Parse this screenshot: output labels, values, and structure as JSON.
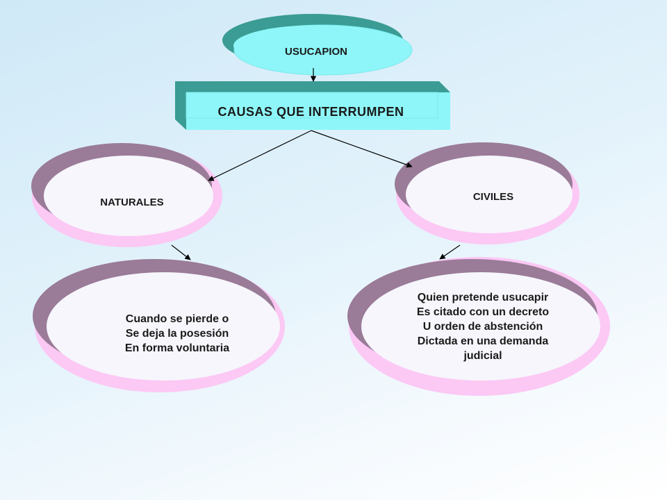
{
  "diagram": {
    "root": "USUCAPION",
    "title": "CAUSAS QUE INTERRUMPEN",
    "left_category": "NATURALES",
    "right_category": "CIVILES",
    "left_description": [
      "Cuando se pierde o",
      "Se deja la posesión",
      "En forma voluntaria"
    ],
    "right_description": [
      "Quien pretende usucapir",
      "Es citado con un decreto",
      "U orden de abstención",
      "Dictada en una demanda",
      "judicial"
    ]
  },
  "colors": {
    "root_shadow": "#3a9c94",
    "root_fill": "#8ef6f8",
    "box_shadow": "#3a9c94",
    "box_fill": "#8ef6f8",
    "ellipse_shadow": "#9a7b98",
    "ellipse_back": "#fcc8f4",
    "ellipse_fill": "#f6f6fc",
    "arrow": "#000000"
  }
}
